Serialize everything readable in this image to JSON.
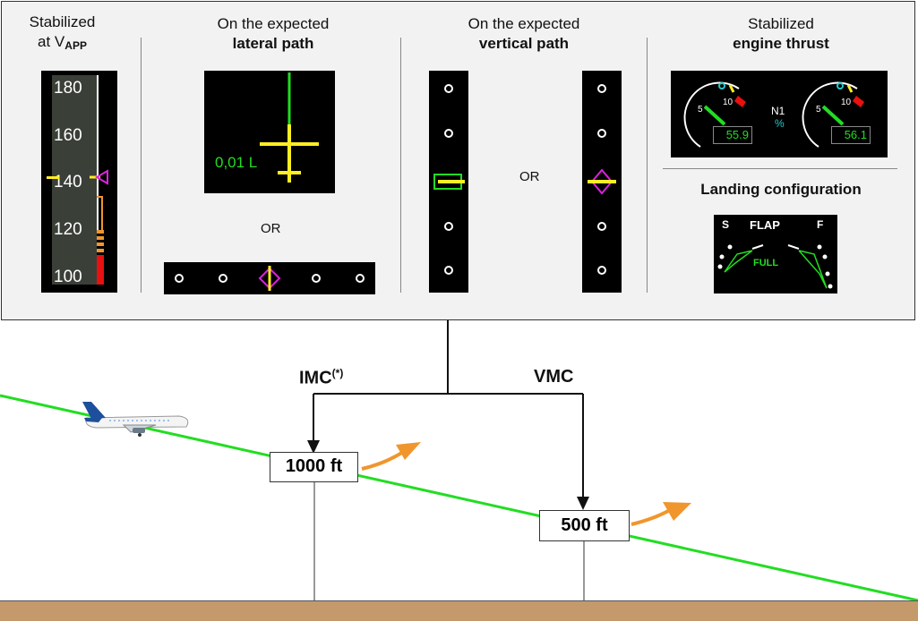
{
  "panel": {
    "speed": {
      "title_line1": "Stabilized",
      "title_line2_prefix": "at V",
      "title_line2_sub": "APP",
      "ticks": [
        "180",
        "160",
        "140",
        "120",
        "100"
      ]
    },
    "lateral": {
      "title_line1": "On the expected",
      "title_line2": "lateral path",
      "deviation_label": "0,01 L",
      "or_label": "OR"
    },
    "vertical": {
      "title_line1": "On the expected",
      "title_line2": "vertical path",
      "or_label": "OR"
    },
    "thrust": {
      "title_line1": "Stabilized",
      "title_line2": "engine thrust",
      "n1_label": "N1",
      "n1_unit": "%",
      "left_value": "55.9",
      "right_value": "56.1",
      "scale_5": "5",
      "scale_10": "10"
    },
    "landing": {
      "title": "Landing configuration",
      "flap_label": "FLAP",
      "s_label": "S",
      "f_label": "F",
      "full_label": "FULL"
    }
  },
  "approach": {
    "imc_label": "IMC",
    "imc_note": "(*)",
    "vmc_label": "VMC",
    "gate_1000": "1000 ft",
    "gate_500": "500 ft"
  },
  "colors": {
    "green": "#22dd22",
    "yellow": "#ffee22",
    "magenta": "#dd22dd",
    "orange": "#f0962d",
    "cyan": "#22cccc",
    "red": "#e81010",
    "ground": "#c49a6c"
  }
}
